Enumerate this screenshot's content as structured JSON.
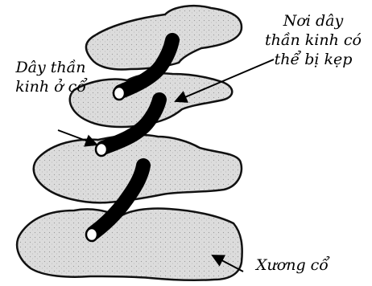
{
  "diagram": {
    "labels": {
      "nerve_root": {
        "line1": "Dây thần",
        "line2": "kinh ở cổ"
      },
      "compression_site": {
        "line1": "Nơi dây",
        "line2": "thần kinh có",
        "line3": "thể bị kẹp"
      },
      "vertebra": {
        "text": "Xương cổ"
      }
    },
    "colors": {
      "bone_fill": "#d9d9d9",
      "bone_outline": "#111111",
      "nerve": "#000000",
      "background": "#ffffff"
    }
  }
}
